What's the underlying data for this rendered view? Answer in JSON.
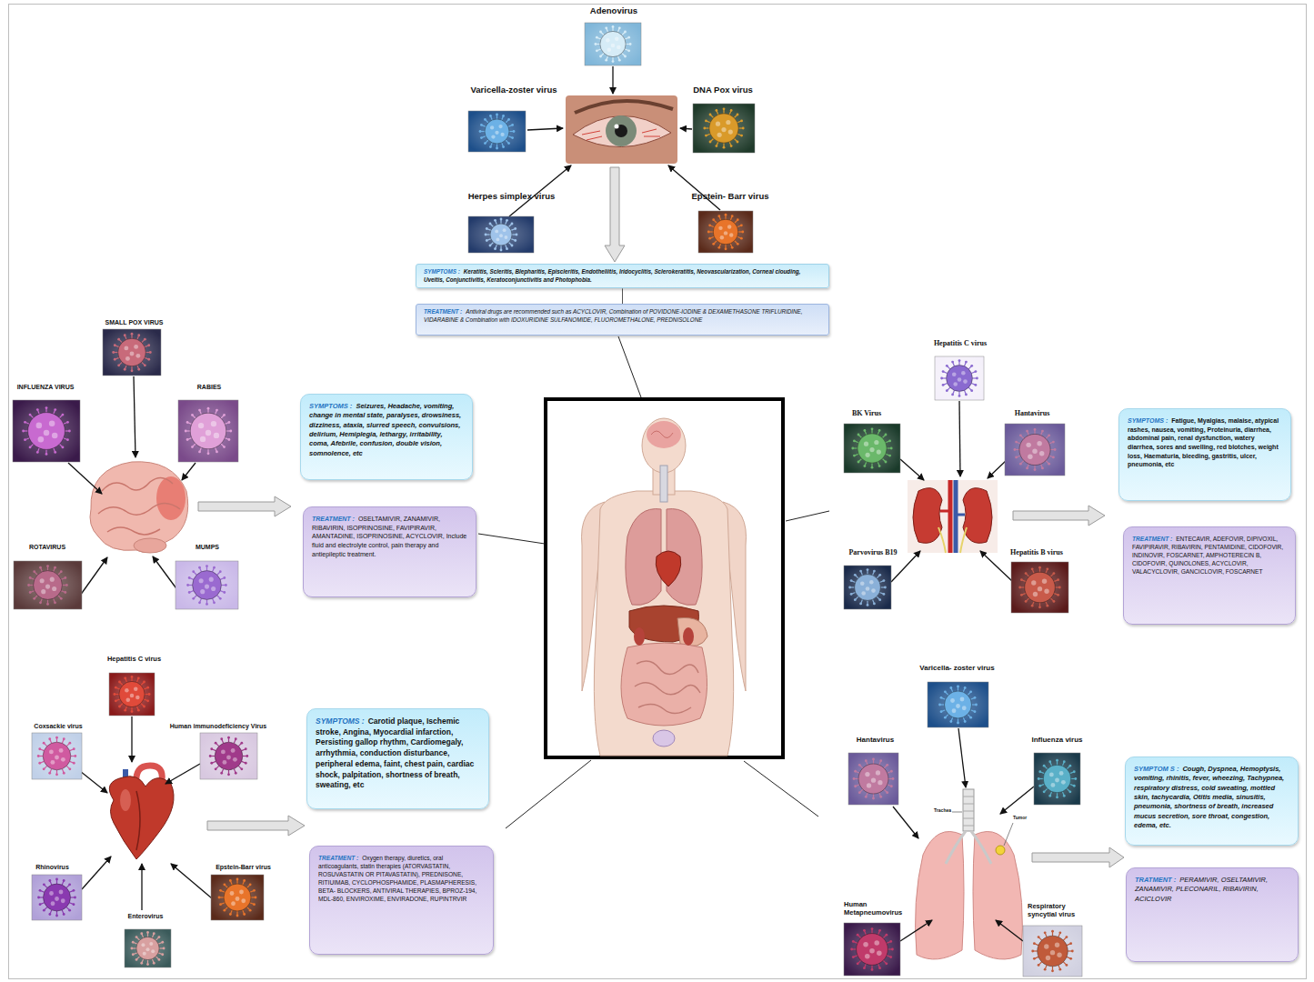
{
  "diagram": {
    "nodes": [
      {
        "text": [
          "SYMPTOMS :",
          "Keratitis, Scleritis, Blepharitis, Episcleritis, Endotheliitis, Iridocyclitis, Sclerokeratitis, Neovascularization, Corneal clouding, Uveitis, Conjunctivitis, Keratoconjunctivitis and Photophobia."
        ]
      },
      {
        "text": [
          "TREATMENT :",
          "Antiviral drugs are recommended such as ACYCLOVIR, Combination of POVIDONE-IODINE & DEXAMETHASONE TRIFLURIDINE, VIDARABINE & Combination with IDOXURIDINE SULFANOMIDE, FLUOROMETHALONE, PREDNISOLONE"
        ]
      },
      {
        "text": [
          "SYMPTOMS :",
          "Seizures, Headache, vomiting, change in mental state, paralyses, drowsiness, dizziness, ataxia, slurred speech, convulsions, delirium, Hemiplegia, lethargy, irritability, coma, Afebrile, confusion, double vision, somnolence, etc"
        ]
      },
      {
        "text": [
          "TREATMENT :",
          "OSELTAMIVIR, ZANAMIVIR, RIBAVIRIN, ISOPRINOSINE, FAVIPIRAVIR, AMANTADINE, ISOPRINOSINE, ACYCLOVIR, Include fluid and electrolyte control, pain therapy and antiepileptic treatment."
        ]
      },
      {
        "text": [
          "SYMPTOMS :",
          "Fatigue, Myalgias, malaise, atypical rashes, nausea, vomiting, Proteinuria, diarrhea, abdominal pain, renal dysfunction, watery diarrhea, sores and swelling, red blotches, weight loss, Haematuria, bleeding, gastritis, ulcer, pneumonia, etc"
        ]
      },
      {
        "text": [
          "TREATMENT :",
          "ENTECAVIR, ADEFOVIR, DIPIVOXIL, FAVIPIRAVIR, RIBAVIRIN, PENTAMIDINE, CIDOFOVIR, INDINOVIR, FOSCARNET, AMPHOTERECIN B, CIDOFOVIR, QUINOLONES, ACYCLOVIR, VALACYCLOVIR, GANCICLOVIR, FOSCARNET"
        ]
      },
      {
        "text": [
          "SYMPTOMS :",
          "Carotid plaque, Ischemic stroke, Angina, Myocardial infarction, Persisting gallop rhythm, Cardiomegaly, arrhythmia, conduction disturbance, peripheral edema, faint, chest pain, cardiac shock, palpitation, shortness of breath, sweating, etc"
        ]
      },
      {
        "text": [
          "TREATMENT :",
          "Oxygen therapy, diuretics, oral anticoagulants, statin therapies (ATORVASTATIN, ROSUVASTATIN OR PITAVASTATIN), PREDNISONE, RITIUIMAB, CYCLOPHOSPHAMIDE, PLASMAPHERESIS, BETA- BLOCKERS, ANTIVIRAL THERAPIES, BPROZ-194, MDL-860, ENVIROXIME, ENVIRADONE, RUPINTRVIR"
        ]
      },
      {
        "text": [
          "SYMPTOM S :",
          "Cough, Dyspnea, Hemoptysis, vomiting, rhinitis, fever, wheezing, Tachypnea, respiratory distress, cold sweating, mottled skin, tachycardia, Otitis media, sinusitis, pneumonia, shortness of breath, increased mucus secretion, sore throat, congestion, edema, etc."
        ]
      },
      {
        "text": [
          "TRATMENT :",
          "PERAMIVIR, OSELTAMIVIR, ZANAMIVIR, PLECONARIL, RIBAVIRIN, ACICLOVIR"
        ]
      }
    ],
    "edges": [
      {
        "from": 0,
        "to": 1,
        "arrow": "none"
      }
    ],
    "labels": [
      "Adenovirus",
      "Varicella-zoster virus",
      "DNA Pox virus",
      "Herpes simplex virus",
      "Epstein- Barr virus",
      "SMALL POX VIRUS",
      "INFLUENZA VIRUS",
      "RABIES",
      "ROTAVIRUS",
      "MUMPS",
      "Hepatitis C virus",
      "BK Virus",
      "Hantavirus",
      "Parvovirus B19",
      "Hepatitis B virus",
      "Hepatitis C virus",
      "Coxsackie virus",
      "Human immunodeficiency Virus",
      "Rhinovirus",
      "Epstein-Barr virus",
      "Enterovirus",
      "Varicella- zoster virus",
      "Hantavirus",
      "Influenza virus",
      "Trachea",
      "Tumor",
      "Human Metapneumovirus",
      "Respiratory syncytial virus"
    ]
  }
}
